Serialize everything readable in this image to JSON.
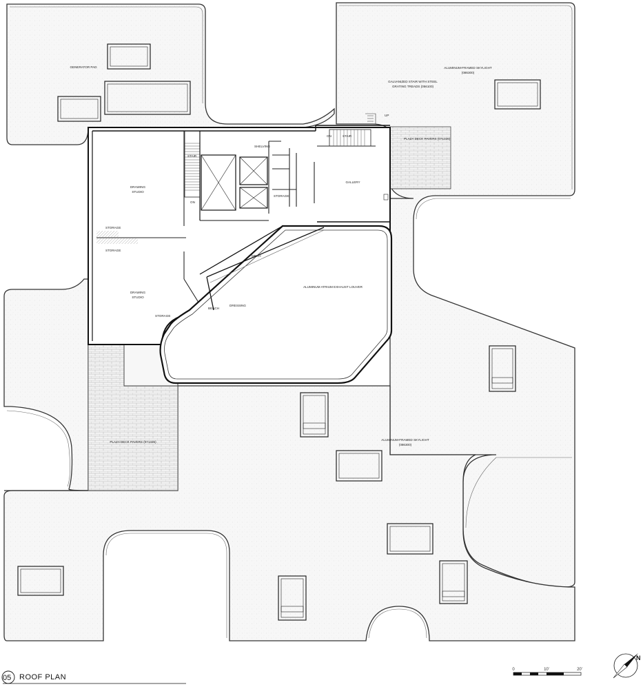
{
  "drawing": {
    "number": "05",
    "title": "ROOF PLAN"
  },
  "labels": {
    "generator_pad": "GENERATOR PAD",
    "galvanized_stair": [
      "GALVANIZED STAIR WITH STEEL",
      "GRATING TREADS  (056100)"
    ],
    "skylight_top": [
      "ALUMINUM-FRAMED SKYLIGHT",
      "(086300)"
    ],
    "skylight_lower": [
      "ALUMINUM-FRAMED SKYLIGHT",
      "(086300)"
    ],
    "plaza_paver_top": "PLAZA DECK PAVERS  (071326)",
    "plaza_paver_left": "PLAZA DECK PAVERS  (071326)",
    "up_stair": "UP",
    "stair_a": "STAIR",
    "stair_b": "STAIR",
    "on_a": "ON",
    "on_b": "ON",
    "shelving": "SHELVING",
    "storage_center": "STORAGE",
    "gallery": "GALLERY",
    "drawing_studio_1": [
      "DRAWING",
      "STUDIO"
    ],
    "drawing_studio_2": [
      "DRAWING",
      "STUDIO"
    ],
    "storage_1": "STORAGE",
    "storage_2": "STORAGE",
    "storage_3": "STORAGE",
    "mech": "MECH",
    "atrium_louver": "ALUMINUM ATRIUM EXHAUST LOUVER",
    "bench": "BENCH",
    "dressing": "DRESSING"
  },
  "scale_bar": {
    "ticks": [
      "0",
      "10'",
      "20'"
    ]
  },
  "north": {
    "letter": "N"
  }
}
